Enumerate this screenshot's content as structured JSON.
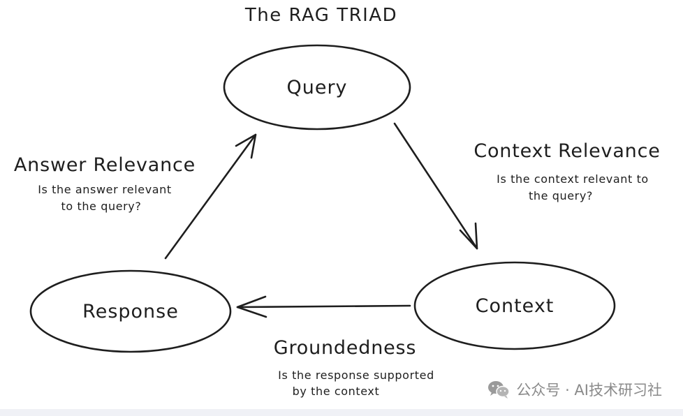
{
  "title": "The RAG TRIAD",
  "nodes": {
    "query": "Query",
    "context": "Context",
    "response": "Response"
  },
  "edges": {
    "context_relevance": {
      "title": "Context Relevance",
      "desc_line1": "Is the context relevant to",
      "desc_line2": "the query?"
    },
    "groundedness": {
      "title": "Groundedness",
      "desc_line1": "Is the response supported",
      "desc_line2": "by the context"
    },
    "answer_relevance": {
      "title": "Answer Relevance",
      "desc_line1": "Is the answer relevant",
      "desc_line2": "to the query?"
    }
  },
  "watermark": {
    "text": "公众号 · AI技术研习社",
    "icon": "wechat-icon"
  },
  "colors": {
    "ink": "#1e1e1e",
    "watermark": "#8a8a8a",
    "footer": "#f0f1f6"
  }
}
